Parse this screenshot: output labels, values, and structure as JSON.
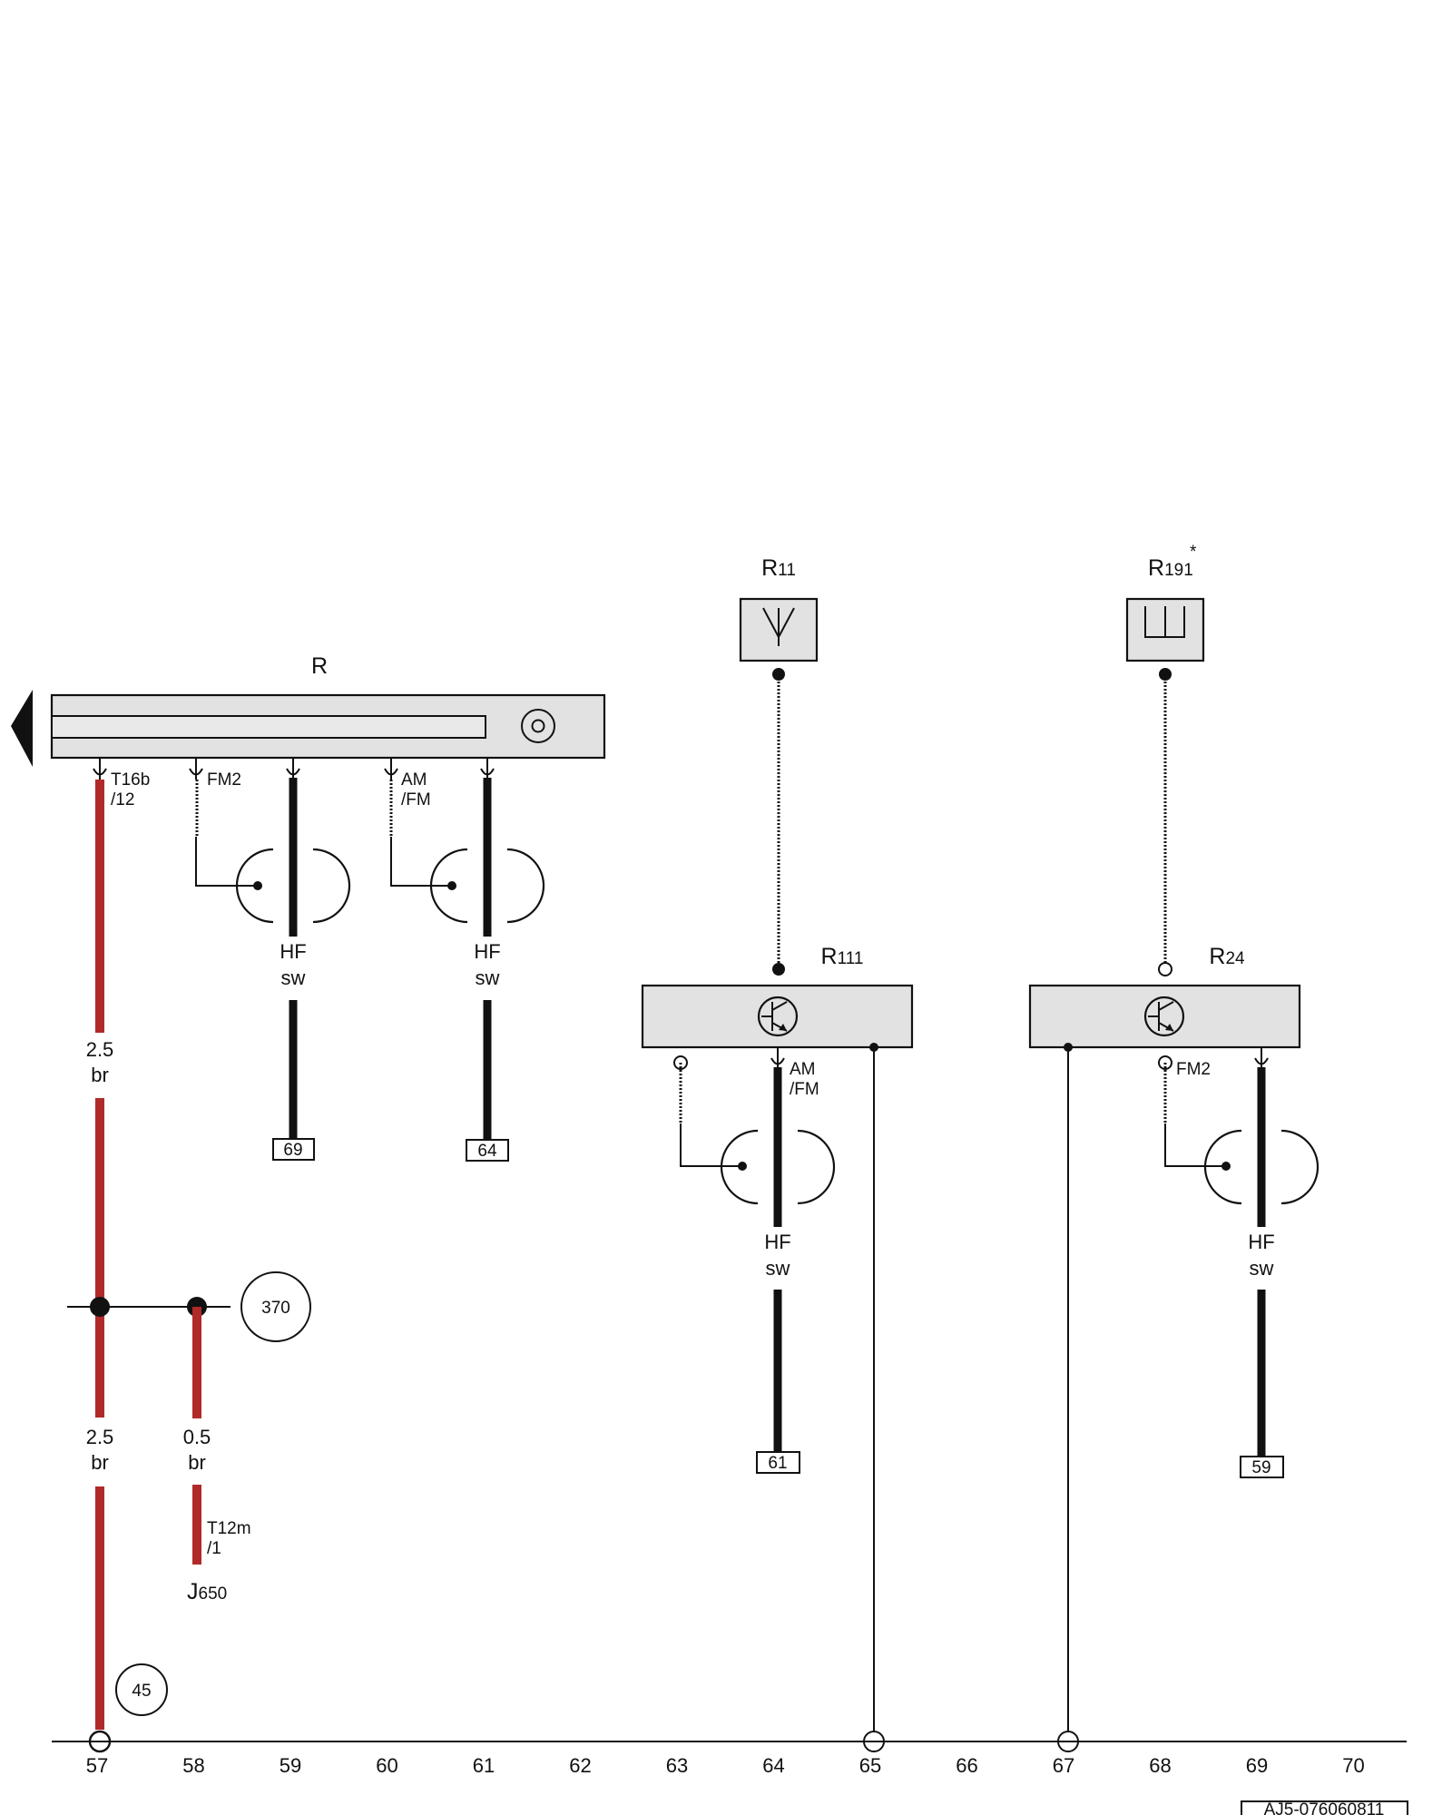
{
  "components": {
    "R": {
      "name": "R"
    },
    "R11": {
      "prefix": "R",
      "sub": "11"
    },
    "R191": {
      "prefix": "R",
      "sub": "191",
      "mark": "*"
    },
    "R111": {
      "prefix": "R",
      "sub": "111"
    },
    "R24": {
      "prefix": "R",
      "sub": "24"
    },
    "J650": {
      "prefix": "J",
      "sub": "650"
    }
  },
  "connectors": {
    "t16b_line1": "T16b",
    "t16b_line2": "/12",
    "fm2_radio": "FM2",
    "amfm_radio_1": "AM",
    "amfm_radio_2": "/FM",
    "amfm_r111_1": "AM",
    "amfm_r111_2": "/FM",
    "fm2_r24": "FM2",
    "t12m_line1": "T12m",
    "t12m_line2": "/1"
  },
  "wires": {
    "top_size": "2.5",
    "top_color": "br",
    "bottom_size": "2.5",
    "bottom_color": "br",
    "j650_size": "0.5",
    "j650_color": "br",
    "hf_type": "HF",
    "hf_color": "sw"
  },
  "references": {
    "box_59": "69",
    "box_61": "64",
    "box_64": "61",
    "box_69": "59",
    "circle_370": "370",
    "circle_45": "45"
  },
  "axis": {
    "ticks": [
      "57",
      "58",
      "59",
      "60",
      "61",
      "62",
      "63",
      "64",
      "65",
      "66",
      "67",
      "68",
      "69",
      "70"
    ]
  },
  "footer": {
    "code": "AJ5-076060811"
  },
  "colors": {
    "red_wire": "#b12a2a",
    "component_fill": "#e2e2e2"
  }
}
